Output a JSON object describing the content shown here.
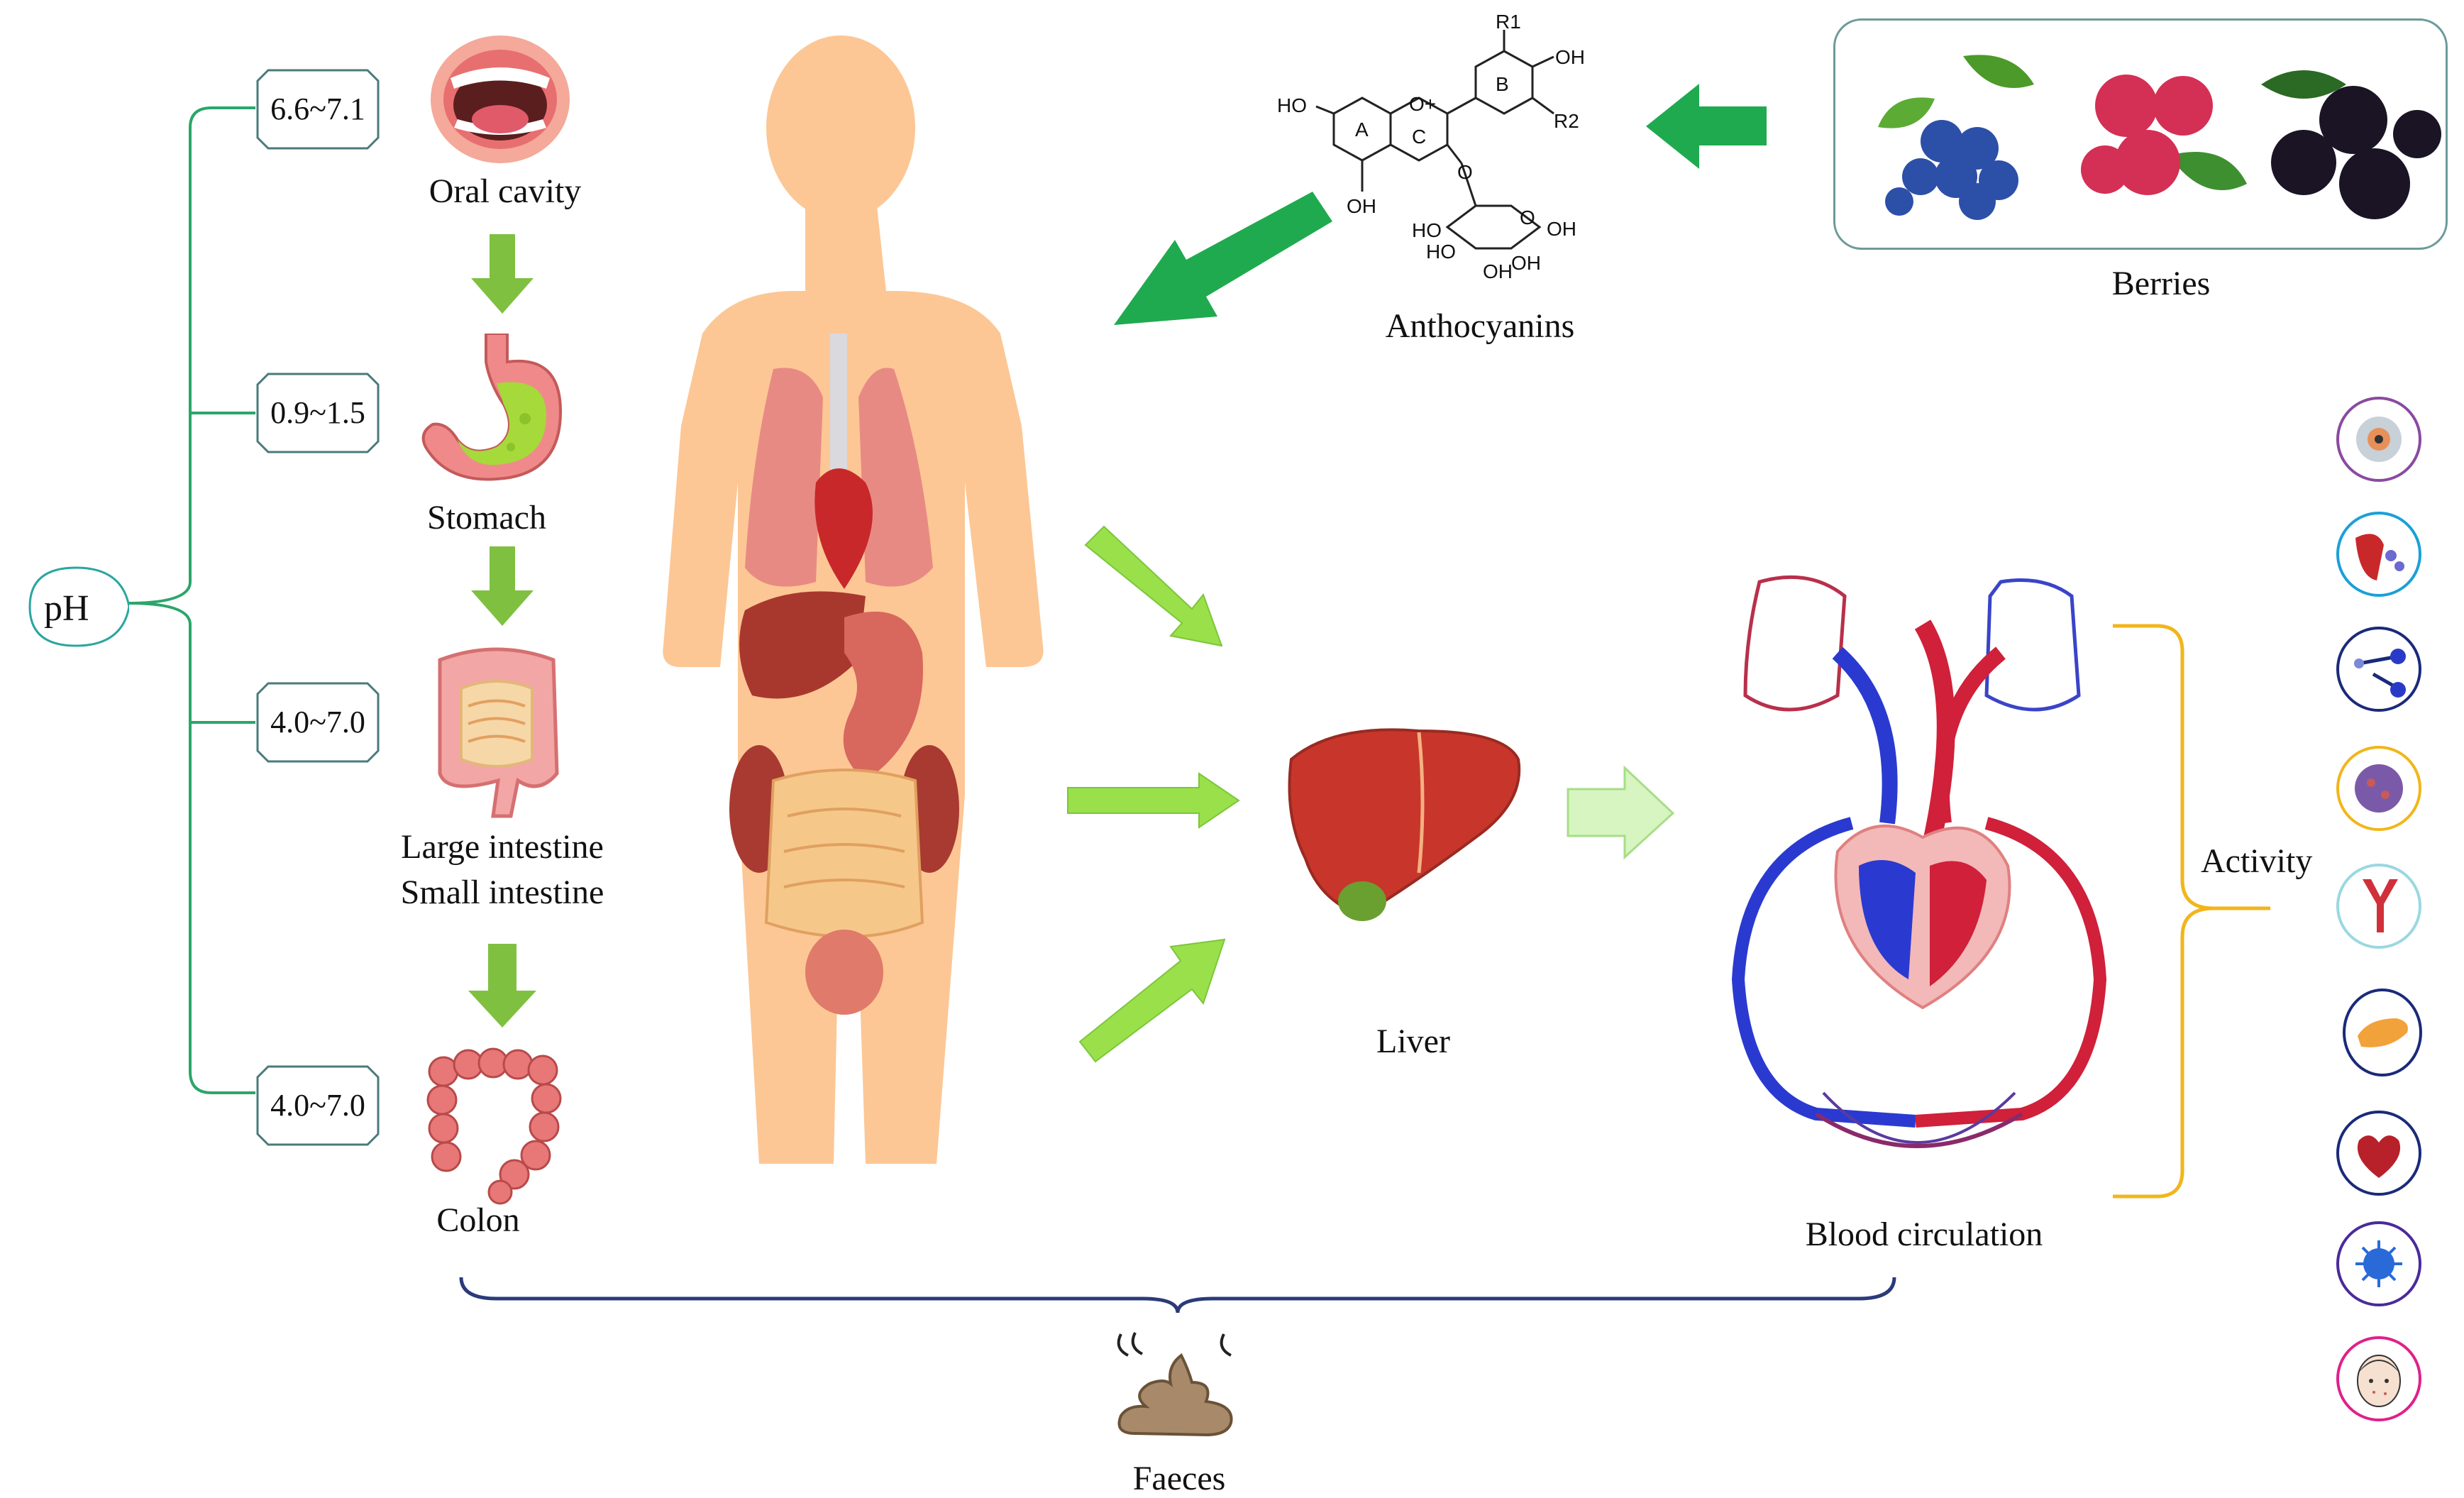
{
  "ph_label": "pH",
  "ph_ranges": {
    "oral": "6.6~7.1",
    "stomach": "0.9~1.5",
    "intestine": "4.0~7.0",
    "colon": "4.0~7.0"
  },
  "organs": {
    "oral": "Oral cavity",
    "stomach": "Stomach",
    "large_intestine": "Large intestine",
    "small_intestine": "Small intestine",
    "colon": "Colon"
  },
  "anthocyanins": {
    "label": "Anthocyanins",
    "structure_labels": {
      "ho_a": "HO",
      "ring_a": "A",
      "ring_c": "C",
      "ring_b": "B",
      "o_plus": "O+",
      "r1": "R1",
      "r2": "R2",
      "oh_b": "OH",
      "oh_a": "OH",
      "o_link": "O",
      "sugar_o": "O",
      "sugar_ho1": "HO",
      "sugar_ho2": "HO",
      "sugar_oh1": "OH",
      "sugar_oh2": "OH",
      "sugar_oh3": "OH"
    }
  },
  "berries_label": "Berries",
  "liver_label": "Liver",
  "blood_label": "Blood circulation",
  "activity_label": "Activity",
  "faeces_label": "Faeces",
  "colors": {
    "ph_bracket": "#2aa66a",
    "phbox_border": "#4a7a7a",
    "green_arrow_dark": "#1faa4f",
    "green_arrow_light": "#99e04b",
    "green_arrow_pale": "#d6f5c0",
    "down_arrow": "#7fc041",
    "activity_bracket": "#f2b51a",
    "faeces_brace": "#2b3a7a",
    "body_skin": "#fcc795"
  },
  "activity_icons": [
    "eye-icon",
    "liver-cells-icon",
    "molecule-icon",
    "tumor-cell-icon",
    "blood-vessel-icon",
    "pancreas-icon",
    "heart-icon",
    "bacteria-icon",
    "skin-face-icon"
  ]
}
